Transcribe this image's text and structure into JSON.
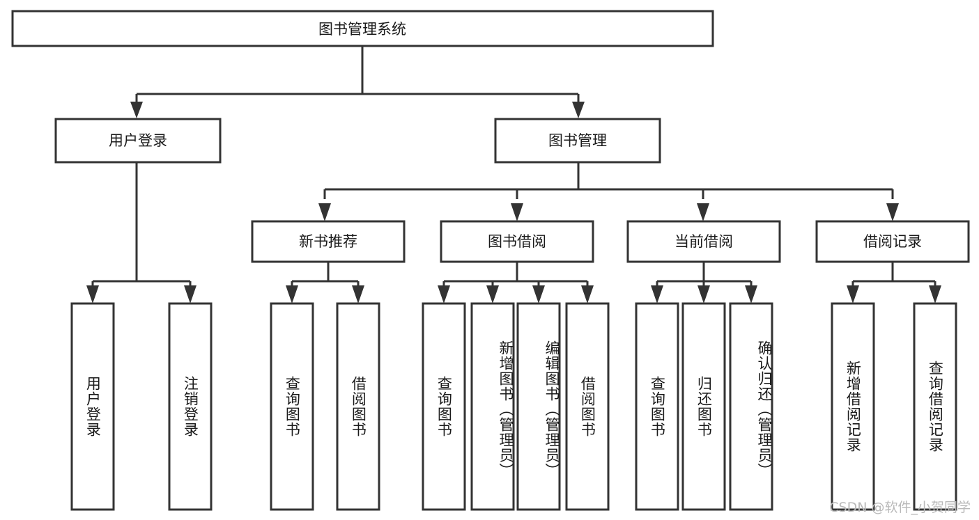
{
  "diagram": {
    "type": "tree-hierarchy",
    "title": "图书管理系统",
    "watermark": "CSDN @软件_小贺同学",
    "colors": {
      "stroke": "#333333",
      "fill": "#ffffff",
      "text": "#1a1a1a",
      "watermark": "#b9b9b9"
    },
    "root": {
      "label": "图书管理系统"
    },
    "level2": [
      {
        "label": "用户登录"
      },
      {
        "label": "图书管理"
      }
    ],
    "level3": [
      {
        "label": "新书推荐"
      },
      {
        "label": "图书借阅"
      },
      {
        "label": "当前借阅"
      },
      {
        "label": "借阅记录"
      }
    ],
    "leaves": {
      "user_login": [
        {
          "label": "用户登录"
        },
        {
          "label": "注销登录"
        }
      ],
      "new_book": [
        {
          "label": "查询图书"
        },
        {
          "label": "借阅图书"
        }
      ],
      "borrow": [
        {
          "label": "查询图书"
        },
        {
          "label": "新增图书（管理员）"
        },
        {
          "label": "编辑图书（管理员）"
        },
        {
          "label": "借阅图书"
        }
      ],
      "current": [
        {
          "label": "查询图书"
        },
        {
          "label": "归还图书"
        },
        {
          "label": "确认归还（管理员）"
        }
      ],
      "records": [
        {
          "label": "新增借阅记录"
        },
        {
          "label": "查询借阅记录"
        }
      ]
    }
  }
}
